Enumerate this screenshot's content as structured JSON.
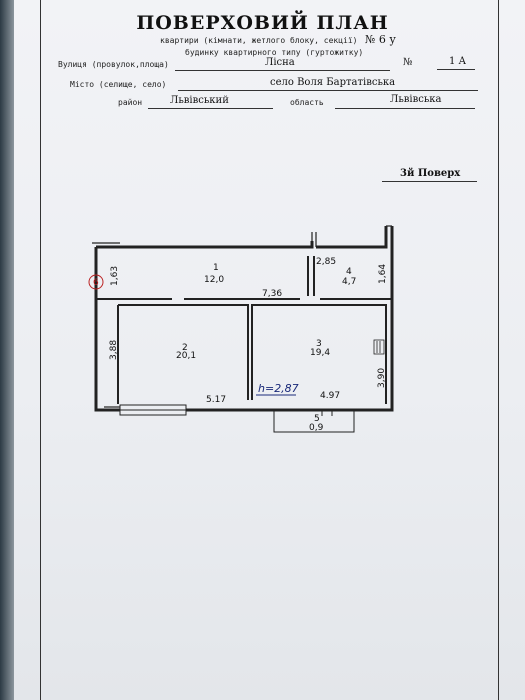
{
  "header": {
    "title": "ПОВЕРХОВИЙ ПЛАН",
    "subtitle_1": "квартири (кімнати, жетлого блоку, секції)",
    "number_sign": "№ 6 у",
    "subtitle_2": "будинку квартирного типу (гуртожитку)"
  },
  "fields": {
    "street_label": "Вулиця (провулок,площа)",
    "street_value": "Лісна",
    "number_sign": "№",
    "house_number": "1 А",
    "city_label": "Місто (селище, село)",
    "city_value": "село Воля Бартатівська",
    "district_label": "район",
    "district_value": "Львівський",
    "region_label": "область",
    "region_value": "Львівська"
  },
  "floor": "3й Поверх",
  "plan": {
    "marker": "6",
    "rooms": [
      {
        "number": "1",
        "area": "12,0"
      },
      {
        "number": "2",
        "area": "20,1"
      },
      {
        "number": "3",
        "area": "19,4"
      },
      {
        "number": "4",
        "area": "4,7"
      },
      {
        "number": "5",
        "area": "0,9"
      }
    ],
    "dimensions": {
      "left_top": "1,63",
      "left_bottom": "3,88",
      "right_top": "1,64",
      "right_bottom": "3,90",
      "small_room_width": "2,85",
      "corridor_width": "7,36",
      "bottom_left": "5.17",
      "bottom_right": "4.97"
    },
    "handwritten_note": "h=2,87"
  }
}
